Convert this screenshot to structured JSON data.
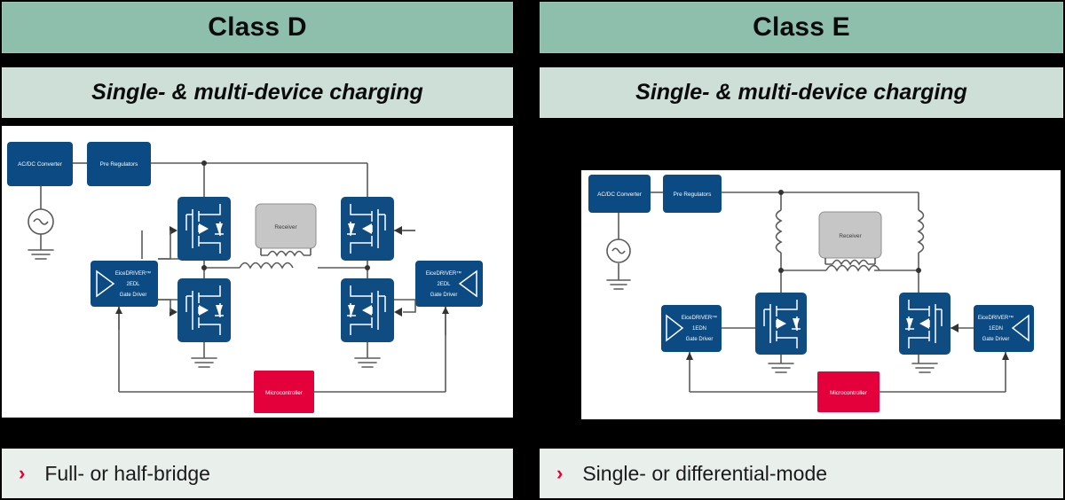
{
  "panels": [
    {
      "id": "class-d",
      "header": "Class D",
      "subtitle": "Single- & multi-device charging",
      "footer_bullet": "›",
      "footer": "Full- or half-bridge",
      "diagram": {
        "blocks": {
          "acdc": "AC/DC Converter",
          "prereg": "Pre Regulators",
          "receiver": "Receiver",
          "micro": "Microcontroller",
          "driver_left_l1": "EiceDRIVER™",
          "driver_left_l2": "2EDL",
          "driver_left_l3": "Gate Driver",
          "driver_right_l1": "EiceDRIVER™",
          "driver_right_l2": "2EDL",
          "driver_right_l3": "Gate Driver"
        },
        "topology": "full-bridge",
        "mosfet_count": 4,
        "gate_driver_count": 2
      }
    },
    {
      "id": "class-e",
      "header": "Class E",
      "subtitle": "Single- & multi-device charging",
      "footer_bullet": "›",
      "footer": "Single- or differential-mode",
      "diagram": {
        "blocks": {
          "acdc": "AC/DC Converter",
          "prereg": "Pre Regulators",
          "receiver": "Receiver",
          "micro": "Microcontroller",
          "driver_left_l1": "EiceDRIVER™",
          "driver_left_l2": "1EDN",
          "driver_left_l3": "Gate Driver",
          "driver_right_l1": "EiceDRIVER™",
          "driver_right_l2": "1EDN",
          "driver_right_l3": "Gate Driver"
        },
        "topology": "differential-mode",
        "mosfet_count": 2,
        "gate_driver_count": 2
      }
    }
  ],
  "colors": {
    "header_green": "#8EBFAD",
    "subtitle_green": "#CEDFD8",
    "footer_gray": "#E9F0EC",
    "block_blue": "#0B4A82",
    "micro_red": "#E4003A",
    "receiver_gray": "#C6C6C6",
    "background": "#000000",
    "wire_gray": "#5A5A5A",
    "bullet_red": "#E4003A"
  }
}
